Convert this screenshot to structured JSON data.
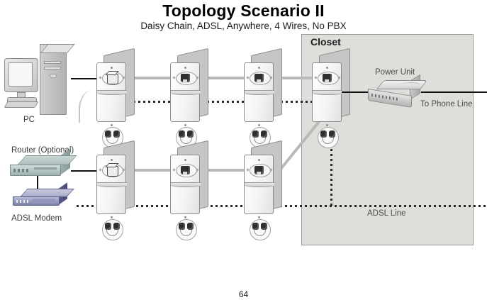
{
  "document": {
    "title": "Topology Scenario II",
    "subtitle": "Daisy Chain, ADSL, Anywhere, 4 Wires, No PBX",
    "page_number": "64"
  },
  "diagram": {
    "closet": {
      "label": "Closet"
    },
    "labels": {
      "pc": "PC",
      "router": "Router (Optional)",
      "adsl_modem": "ADSL Modem",
      "power_unit": "Power Unit",
      "to_phone_line": "To Phone Line",
      "adsl_line": "ADSL Line"
    },
    "devices": [
      {
        "name": "pc",
        "label": "PC",
        "kind": "computer"
      },
      {
        "name": "router",
        "label": "Router (Optional)",
        "kind": "router"
      },
      {
        "name": "adsl-modem",
        "label": "ADSL Modem",
        "kind": "modem"
      },
      {
        "name": "power-unit",
        "label": "Power Unit",
        "kind": "power-unit"
      }
    ],
    "outlet_nodes": {
      "top_row": [
        {
          "id": "top-outlet-1",
          "plugged": true
        },
        {
          "id": "top-outlet-2",
          "plugged": false
        },
        {
          "id": "top-outlet-3",
          "plugged": false
        }
      ],
      "bottom_row": [
        {
          "id": "bottom-outlet-1",
          "plugged": true
        },
        {
          "id": "bottom-outlet-2",
          "plugged": false
        },
        {
          "id": "bottom-outlet-3",
          "plugged": false
        }
      ],
      "closet": [
        {
          "id": "closet-outlet",
          "plugged": false
        }
      ]
    },
    "colors": {
      "closet_fill": "#dedfda",
      "closet_border": "#9a9a96",
      "ethernet_cable": "#111111",
      "link_cable": "#b9b9b9",
      "adsl_dotted_line": "#2a2a2a",
      "outlet_face": "#f4f4f4",
      "router_body": "#aebfbd",
      "modem_body": "#7c7fa8"
    }
  }
}
